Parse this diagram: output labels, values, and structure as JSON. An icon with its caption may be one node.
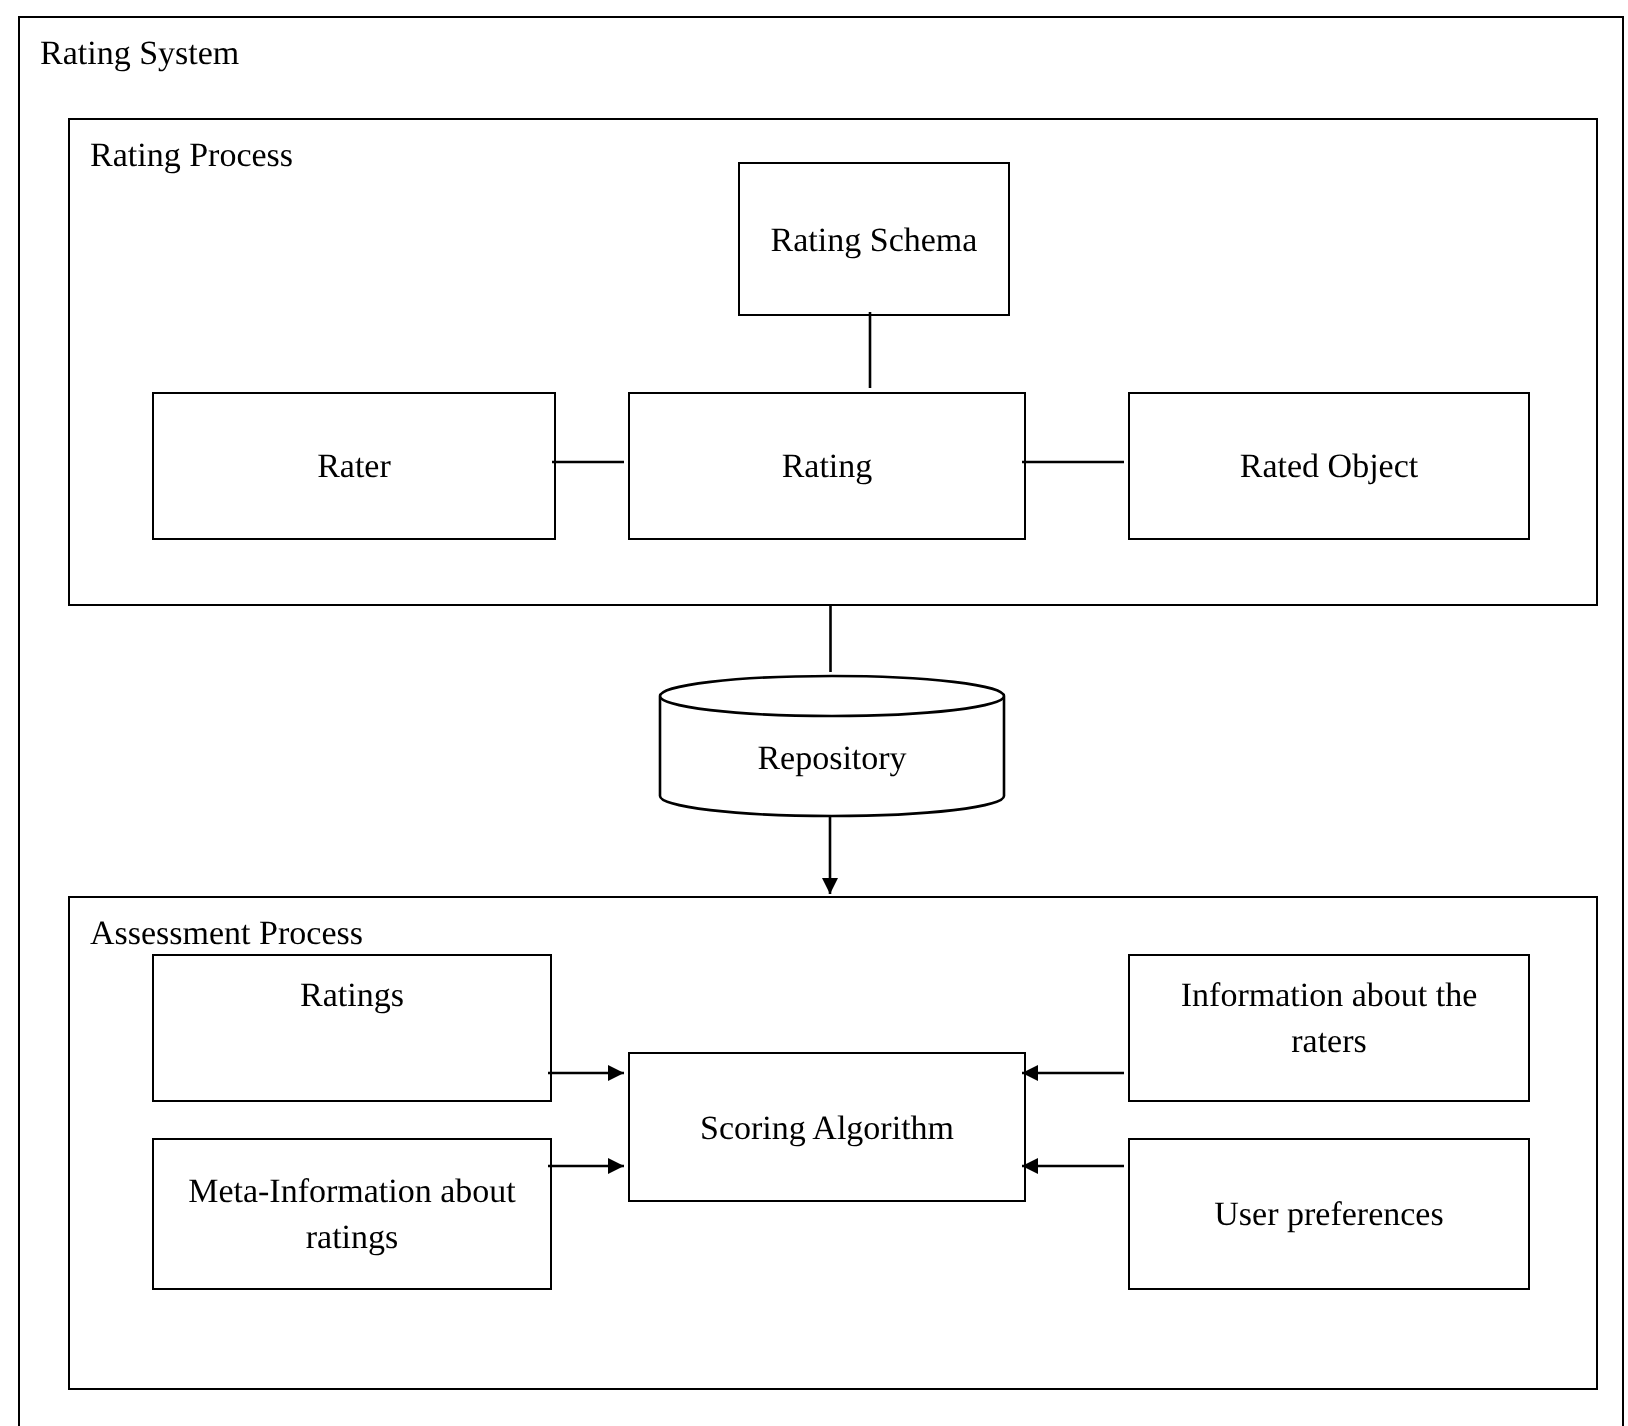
{
  "diagram": {
    "nodes": [
      {
        "text": [
          "Rating System"
        ]
      },
      {
        "text": [
          "Rating Process"
        ],
        "in": 0
      },
      {
        "text": [
          "Rating Schema"
        ],
        "in": 1
      },
      {
        "text": [
          "Rater"
        ],
        "in": 1
      },
      {
        "text": [
          "Rating"
        ],
        "in": 1
      },
      {
        "text": [
          "Rated Object"
        ],
        "in": 1
      },
      {
        "text": [
          "Repository"
        ],
        "in": 0
      },
      {
        "text": [
          "Assessment Process"
        ],
        "in": 0
      },
      {
        "text": [
          "Ratings"
        ],
        "in": 7
      },
      {
        "text": [
          "Information about the raters"
        ],
        "in": 7
      },
      {
        "text": [
          "Scoring Algorithm"
        ],
        "in": 7
      },
      {
        "text": [
          "Meta-Information about ratings"
        ],
        "in": 7
      },
      {
        "text": [
          "User preferences"
        ],
        "in": 7
      }
    ],
    "edges": [
      {
        "from": 2,
        "to": 4,
        "arrow": "none"
      },
      {
        "from": 3,
        "to": 4,
        "arrow": "none"
      },
      {
        "from": 4,
        "to": 5,
        "arrow": "none"
      },
      {
        "from": 1,
        "to": 6,
        "arrow": "none"
      },
      {
        "from": 6,
        "to": 7,
        "arrow": "to"
      },
      {
        "from": 8,
        "to": 10,
        "arrow": "to"
      },
      {
        "from": 11,
        "to": 10,
        "arrow": "to"
      },
      {
        "from": 9,
        "to": 10,
        "arrow": "to"
      },
      {
        "from": 12,
        "to": 10,
        "arrow": "to"
      }
    ]
  }
}
